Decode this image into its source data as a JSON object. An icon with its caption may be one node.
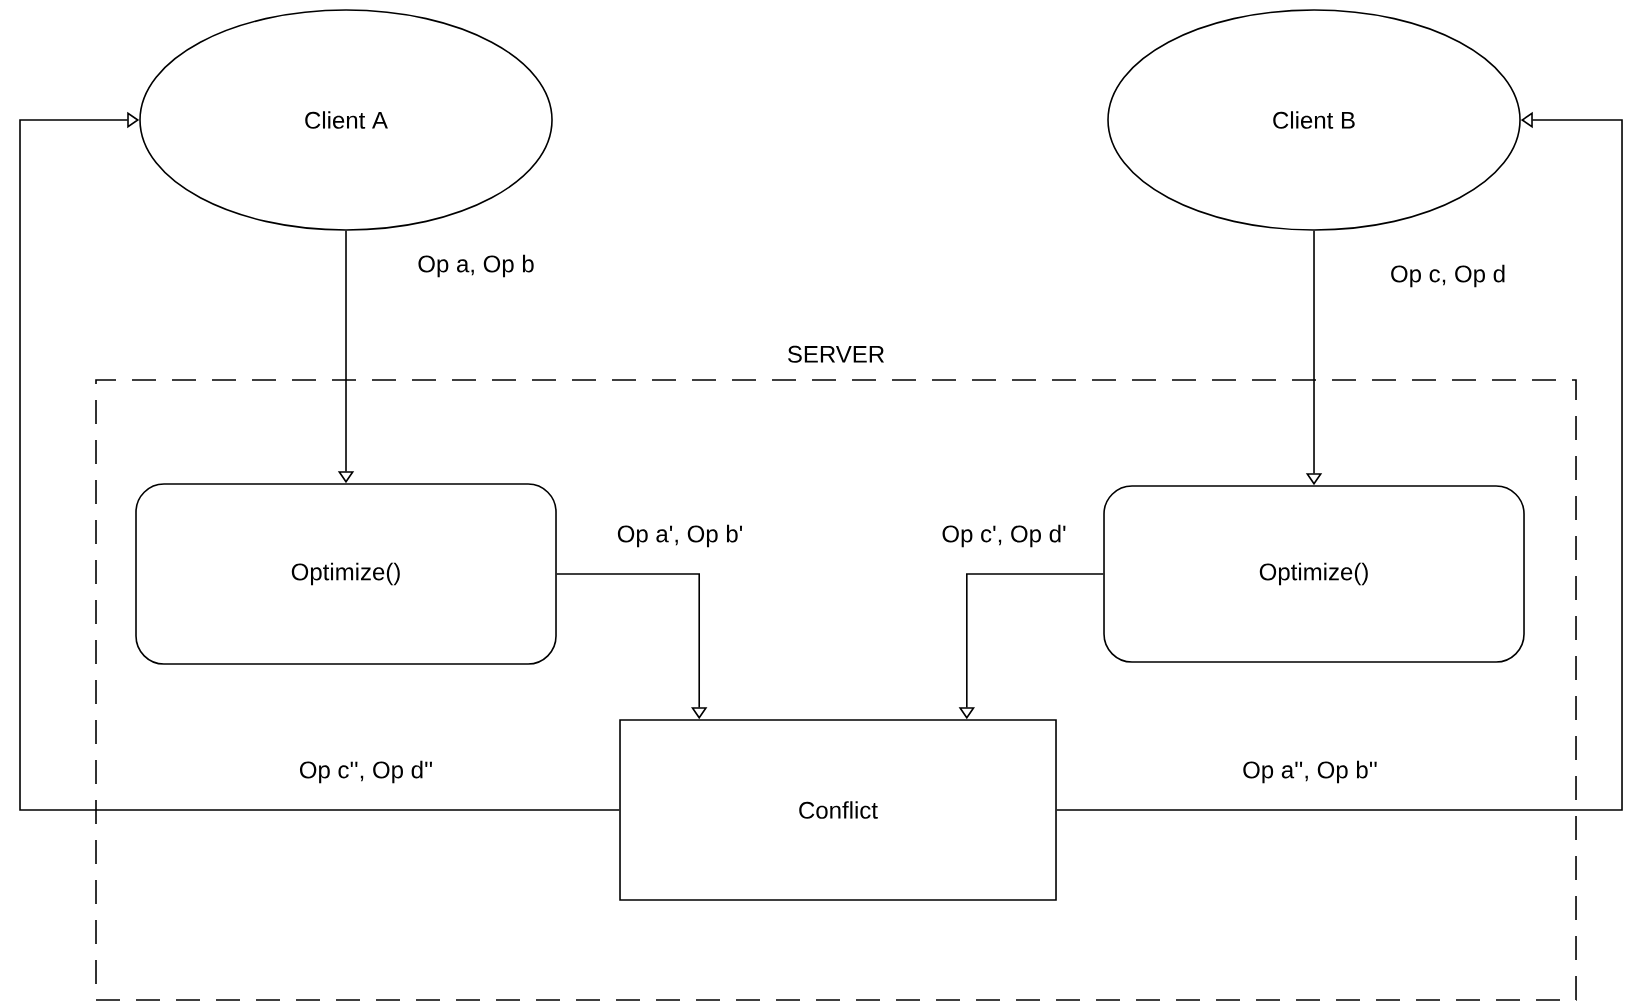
{
  "diagram": {
    "nodes": [
      {
        "text": [
          "SERVER"
        ]
      },
      {
        "text": [
          "Client A"
        ]
      },
      {
        "text": [
          "Client B"
        ]
      },
      {
        "text": [
          "Optimize()"
        ],
        "in": 0
      },
      {
        "text": [
          "Optimize()"
        ],
        "in": 0
      },
      {
        "text": [
          "Conflict"
        ],
        "in": 0
      }
    ],
    "edges": [
      {
        "from": 1,
        "to": 3,
        "arrow": "to",
        "label": "Op a, Op b"
      },
      {
        "from": 2,
        "to": 4,
        "arrow": "to",
        "label": "Op c, Op d"
      },
      {
        "from": 3,
        "to": 5,
        "arrow": "to",
        "label": "Op a', Op b'"
      },
      {
        "from": 4,
        "to": 5,
        "arrow": "to",
        "label": "Op c', Op d'"
      },
      {
        "from": 5,
        "to": 1,
        "arrow": "to",
        "label": "Op c'', Op d''"
      },
      {
        "from": 5,
        "to": 2,
        "arrow": "to",
        "label": "Op a'', Op b''"
      }
    ]
  }
}
